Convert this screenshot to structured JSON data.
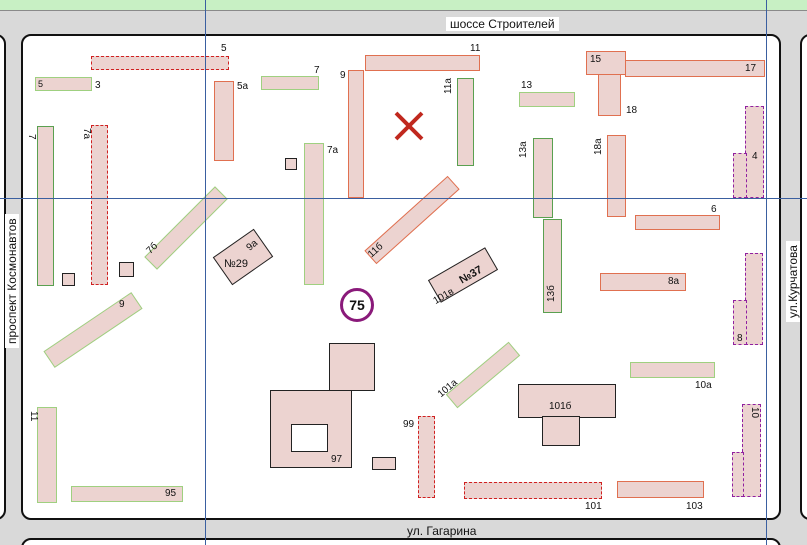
{
  "streets": {
    "top": "шоссе Строителей",
    "bottom": "ул. Гагарина",
    "left": "проспект Космонавтов",
    "right": "ул.Курчатова"
  },
  "buildings": {
    "b5": "5",
    "b11": "11",
    "b7": "7",
    "b9top": "9",
    "b5a": "5а",
    "b5small": "5",
    "b3": "3",
    "b11a": "11а",
    "b13": "13",
    "b15": "15",
    "b17": "17",
    "b18": "18",
    "b7left": "7",
    "b7a": "7а",
    "b7a2": "7а",
    "b13a": "13а",
    "b18a": "18а",
    "b4": "4",
    "b7b": "7б",
    "b9a": "9а",
    "n29": "№29",
    "b11b": "11б",
    "b6": "6",
    "b8a": "8а",
    "b101v": "101в",
    "n37": "№37",
    "b13b": "13б",
    "b8": "8",
    "b9": "9",
    "b101a": "101а",
    "b10a": "10а",
    "b101b": "101б",
    "b99": "99",
    "b10": "10",
    "b11bottom": "11",
    "b97": "97",
    "b95": "95",
    "b101": "101",
    "b103": "103"
  },
  "route": "75",
  "colors": {
    "route_ring": "#8a1a7a",
    "cross": "#c0281e",
    "building_fill": "#ecd3d0"
  }
}
